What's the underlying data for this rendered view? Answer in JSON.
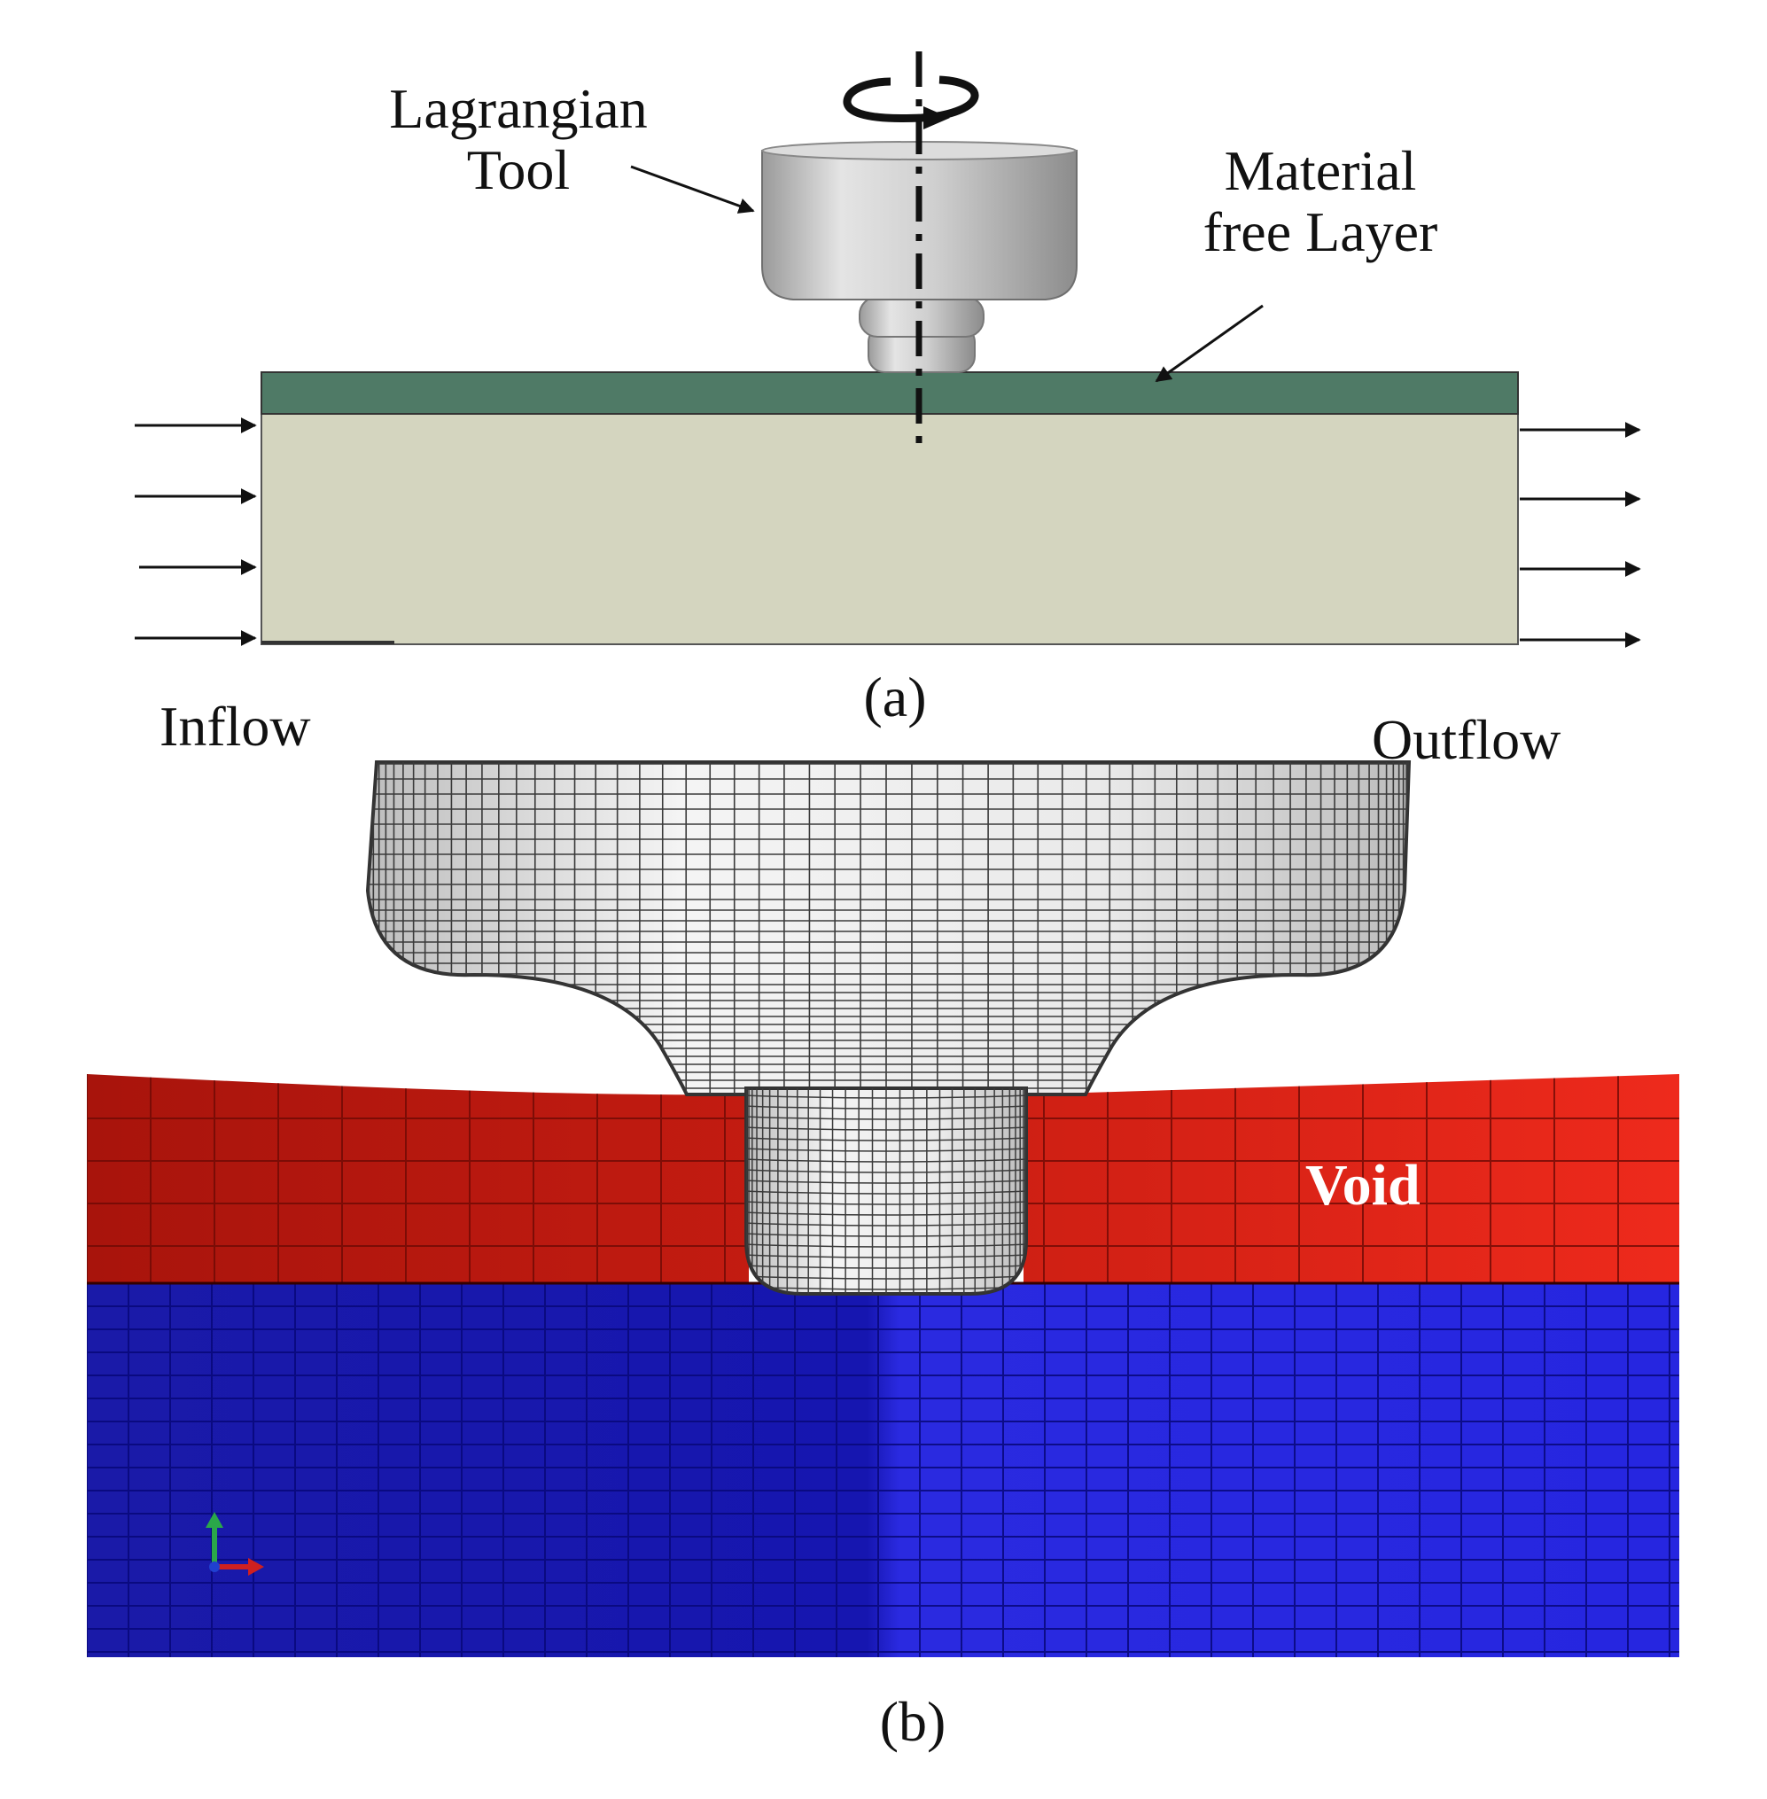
{
  "panel_a": {
    "caption": "(a)",
    "tool_label_line1": "Lagrangian",
    "tool_label_line2": "Tool",
    "layer_label_line1": "Material",
    "layer_label_line2": "free Layer",
    "inflow_label": "Inflow",
    "outflow_label": "Outflow"
  },
  "panel_b": {
    "caption": "(b)",
    "void_label": "Void"
  },
  "colors": {
    "material_free_layer": "#4f7a66",
    "workpiece": "#d4d5bf",
    "void_region": "#d0241a",
    "workpiece_mesh": "#1a1ad6",
    "tool_metal": "#c8c8c8"
  },
  "icons": [
    "rotation-arrow-icon",
    "axis-triad-icon"
  ]
}
